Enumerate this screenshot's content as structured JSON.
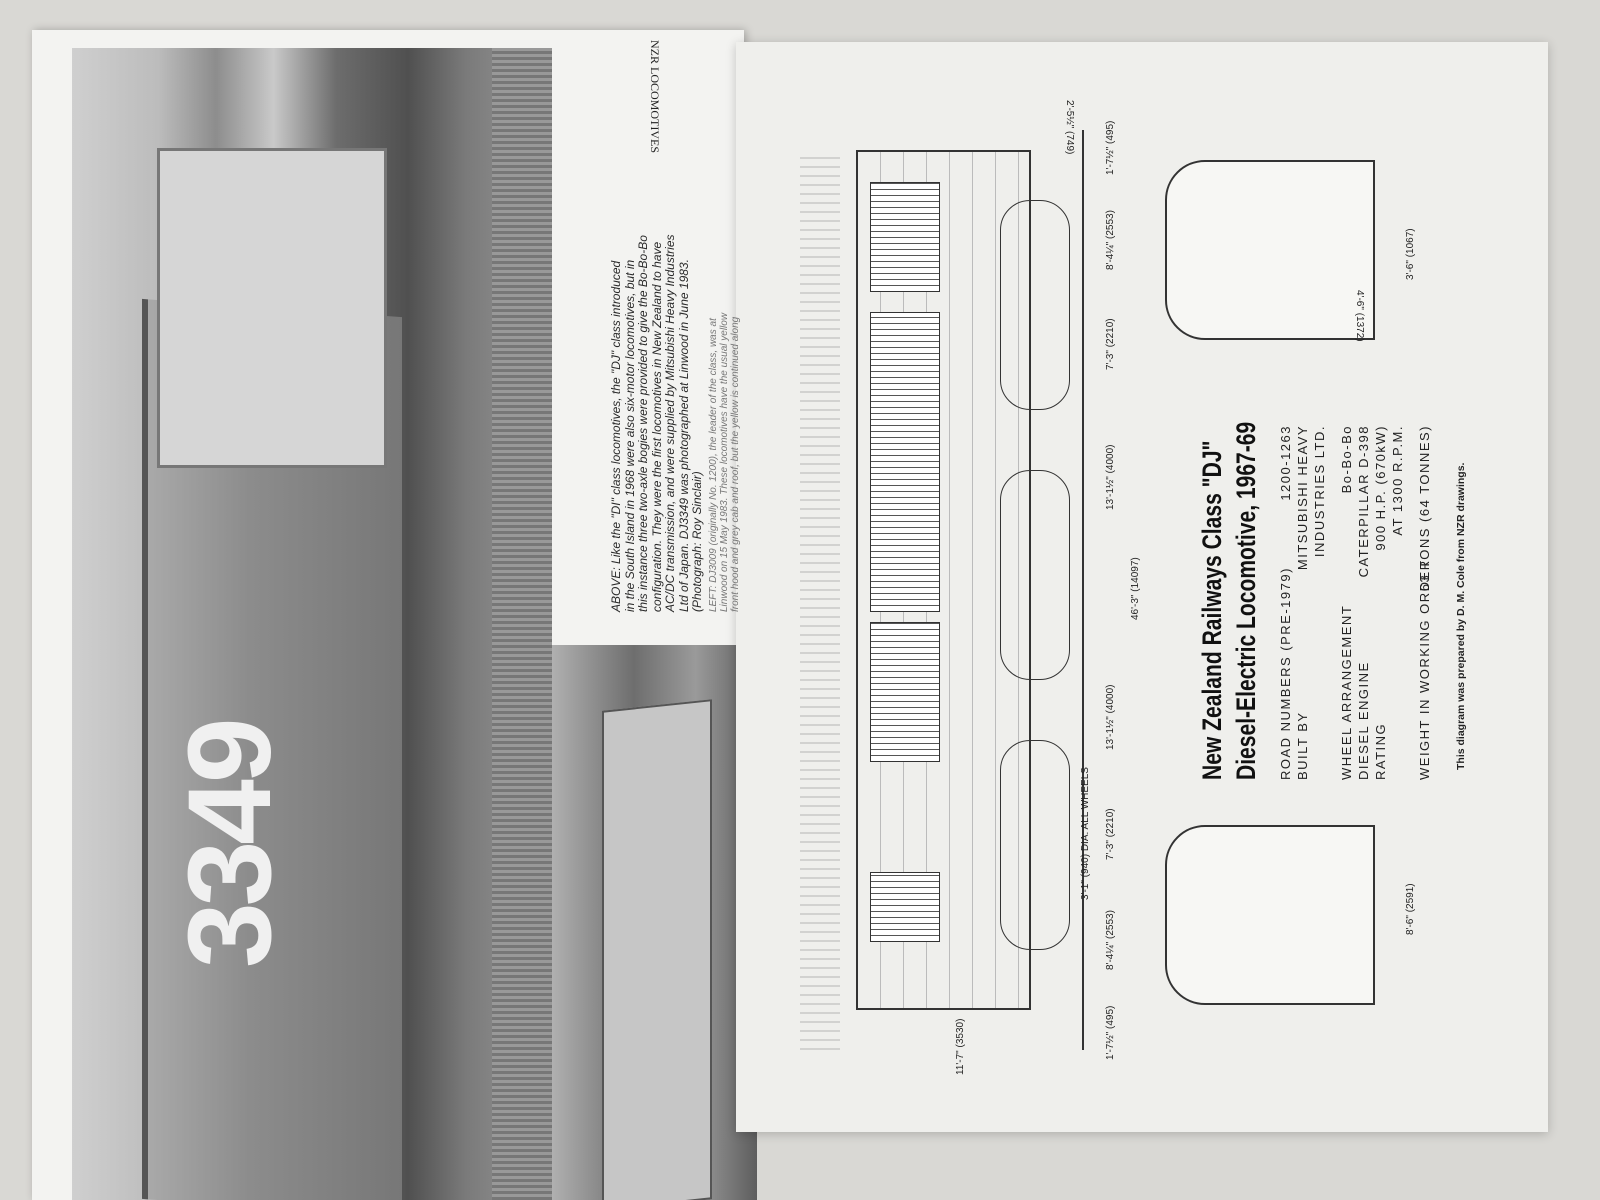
{
  "left_page": {
    "running_head": "NZR LOCOMOTIVES",
    "locomotive_number": "3349",
    "caption_above": [
      "ABOVE: Like the \"DI\" class locomotives, the \"DJ\" class introduced",
      "in the South Island in 1968 were also six-motor locomotives, but in",
      "this instance three two-axle bogies were provided to give the Bo-Bo-Bo",
      "configuration. They were the first locomotives in New Zealand to have",
      "AC/DC transmission, and were supplied by Mitsubishi Heavy Industries",
      "Ltd of Japan. DJ3349 was photographed at Linwood in June 1983.",
      "(Photograph: Roy Sinclair)"
    ],
    "caption_left": [
      "LEFT: DJ3009 (originally No. 1200), the leader of the class, was at",
      "Linwood on 15 May 1983. These locomotives have the usual yellow",
      "front hood and grey cab and roof, but the yellow is continued along"
    ]
  },
  "right_page": {
    "title_line1": "New Zealand Railways Class \"DJ\"",
    "title_line2": "Diesel-Electric Locomotive, 1967-69",
    "specs": [
      {
        "label": "ROAD NUMBERS (PRE-1979)",
        "value": "1200-1263"
      },
      {
        "label": "BUILT BY",
        "value": "MITSUBISHI HEAVY"
      },
      {
        "label": "",
        "value": "INDUSTRIES LTD."
      },
      {
        "label": "WHEEL ARRANGEMENT",
        "value": "Bo-Bo-Bo"
      },
      {
        "label": "DIESEL ENGINE",
        "value": "CATERPILLAR D-398"
      },
      {
        "label": "RATING",
        "value": "900 H.P. (670kW)"
      },
      {
        "label": "",
        "value": "AT 1300 R.P.M."
      },
      {
        "label": "WEIGHT IN WORKING ORDER",
        "value": "63 TONS (64 TONNES)"
      }
    ],
    "credit": "This diagram was prepared by D. M. Cole from NZR drawings.",
    "dimensions": {
      "overall_height": "11'-7\" (3530)",
      "end_overhang": "1'-7½\" (495)",
      "end_to_bogie": "8'-4¼\" (2553)",
      "bogie_wheelbase": "7'-3\" (2210)",
      "bogie_centres": "13'-1½\" (4000)",
      "overall_length": "46'-3\" (14097)",
      "wheel_dia": "3'-1\" (940) DIA. ALL WHEELS",
      "step_height": "2'-5½\" (749)",
      "width": "8'-6\" (2591)",
      "track_gauge": "3'-6\" (1067)",
      "cab_width": "4'-6\" (1372)"
    }
  }
}
